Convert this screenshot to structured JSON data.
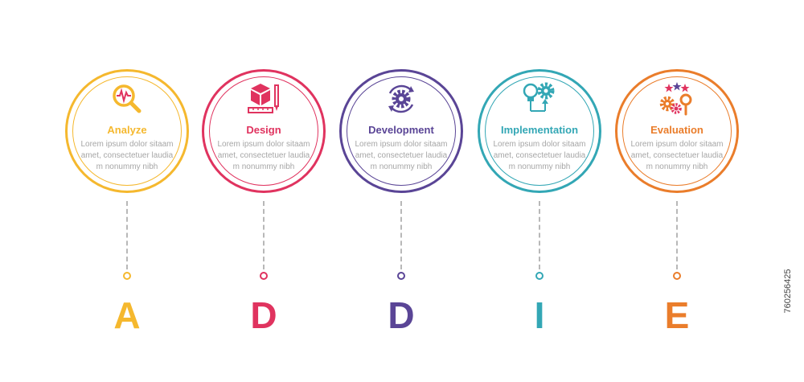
{
  "steps": [
    {
      "title": "Analyze",
      "letter": "A",
      "color": "#f5b82e",
      "icon": "magnifier-pulse-icon",
      "description": "Lorem ipsum dolor sitaam amet, consectetuer laudia m nonummy  nibh"
    },
    {
      "title": "Design",
      "letter": "D",
      "color": "#e0335f",
      "icon": "cube-ruler-pencil-icon",
      "description": "Lorem ipsum dolor sitaam amet, consectetuer laudia m nonummy  nibh"
    },
    {
      "title": "Development",
      "letter": "D",
      "color": "#5a4596",
      "icon": "gear-cycle-icon",
      "description": "Lorem ipsum dolor sitaam amet, consectetuer laudia m nonummy  nibh"
    },
    {
      "title": "Implementation",
      "letter": "I",
      "color": "#33a7b5",
      "icon": "bulb-gear-icon",
      "description": "Lorem ipsum dolor sitaam amet, consectetuer laudia m nonummy  nibh"
    },
    {
      "title": "Evaluation",
      "letter": "E",
      "color": "#ea7d2b",
      "icon": "gears-stars-icon",
      "description": "Lorem ipsum dolor sitaam amet, consectetuer laudia m nonummy  nibh"
    }
  ],
  "stock_id": "760256425"
}
